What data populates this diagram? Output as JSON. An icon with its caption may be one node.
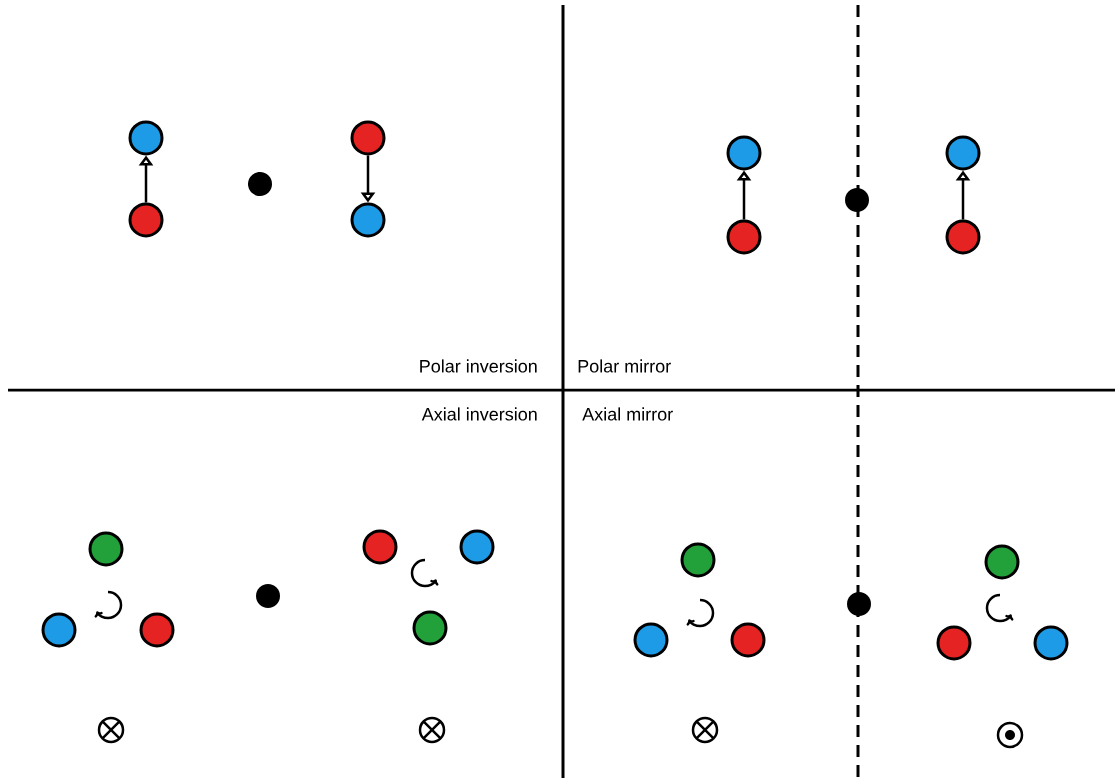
{
  "diagram": {
    "nodes": [
      {
        "text": [],
        "shape": "circle"
      },
      {
        "text": [],
        "shape": "circle"
      },
      {
        "text": [],
        "shape": "circle"
      },
      {
        "text": [],
        "shape": "circle"
      },
      {
        "text": [],
        "shape": "circle"
      },
      {
        "text": [],
        "shape": "circle"
      },
      {
        "text": [],
        "shape": "circle"
      },
      {
        "text": [],
        "shape": "circle"
      },
      {
        "text": [],
        "shape": "circle"
      },
      {
        "text": [],
        "shape": "circle"
      },
      {
        "text": [],
        "shape": "circle"
      },
      {
        "text": [],
        "shape": "circle"
      },
      {
        "text": [],
        "shape": "circle"
      },
      {
        "text": [],
        "shape": "circle"
      },
      {
        "text": [],
        "shape": "circle"
      },
      {
        "text": [],
        "shape": "circle"
      },
      {
        "text": [],
        "shape": "circle"
      },
      {
        "text": [],
        "shape": "circle"
      },
      {
        "text": [],
        "shape": "circle"
      },
      {
        "text": [],
        "shape": "circle"
      },
      {
        "text": [],
        "shape": "circle"
      },
      {
        "text": [],
        "shape": "circle"
      },
      {
        "text": [],
        "shape": "circle"
      },
      {
        "text": [],
        "shape": "circle"
      }
    ],
    "edges": [
      {
        "from": 1,
        "to": 0,
        "arrow": "to"
      },
      {
        "from": 3,
        "to": 4,
        "arrow": "to"
      },
      {
        "from": 6,
        "to": 5,
        "arrow": "to"
      },
      {
        "from": 9,
        "to": 8,
        "arrow": "to"
      }
    ],
    "labels": [
      "Polar inversion",
      "Polar mirror",
      "Axial inversion",
      "Axial mirror"
    ]
  }
}
